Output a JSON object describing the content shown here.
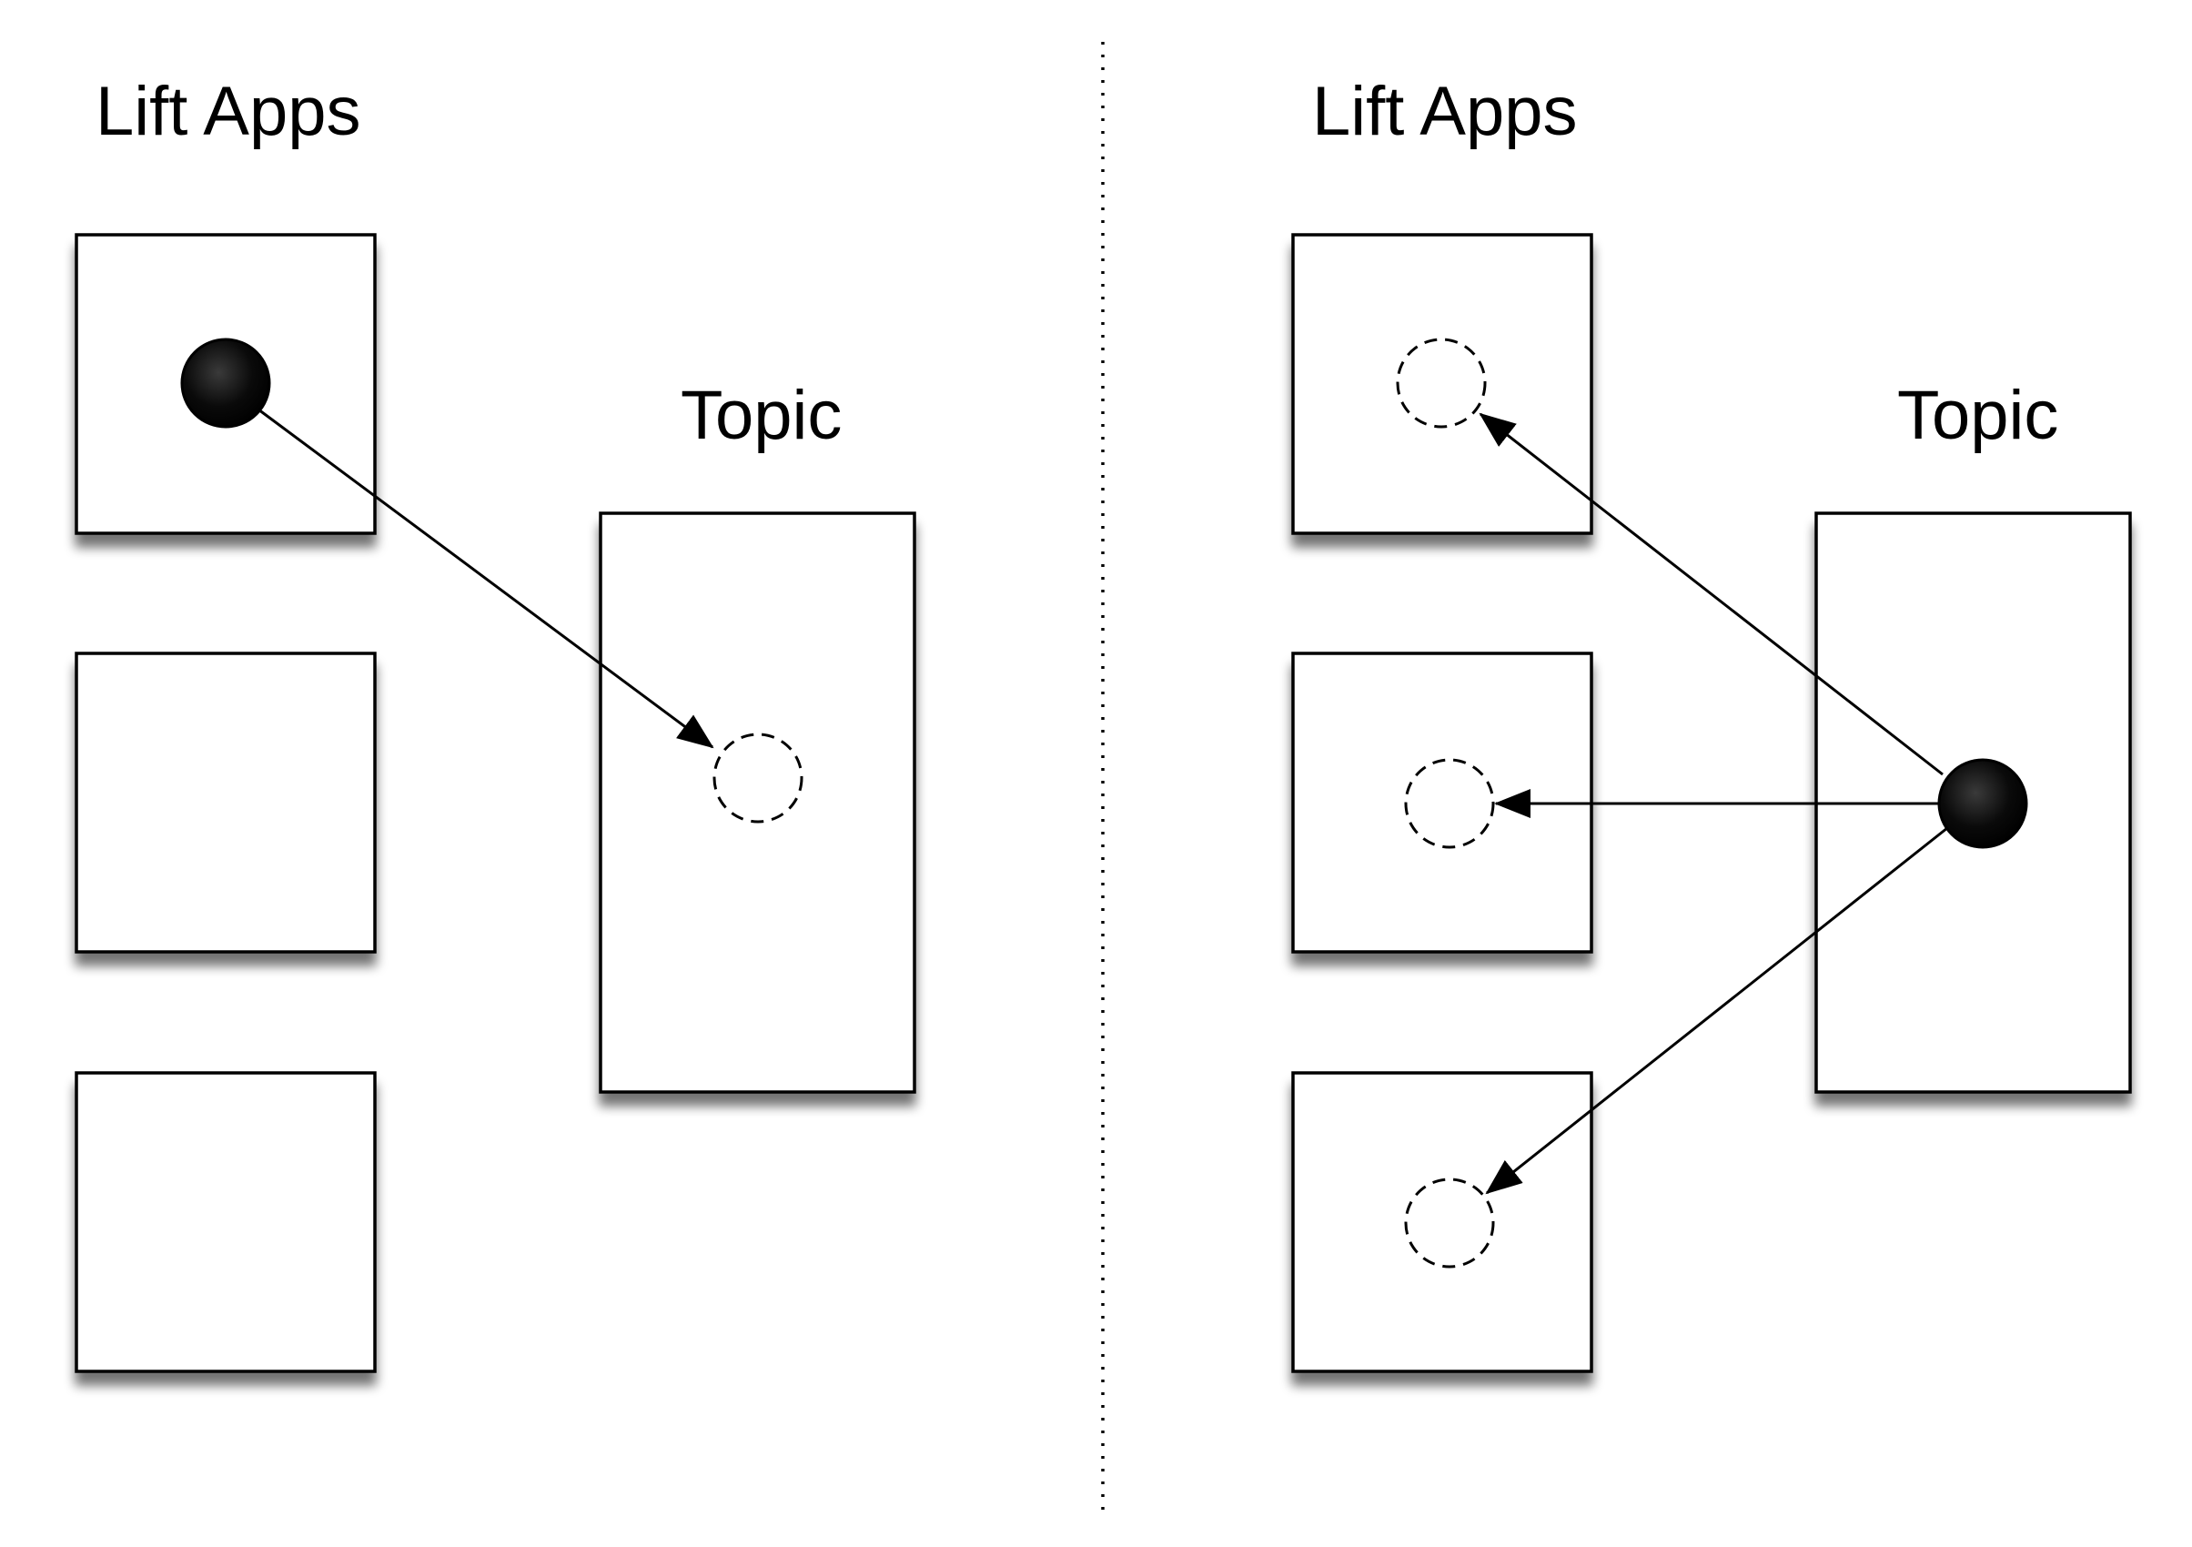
{
  "left_panel": {
    "apps_label": "Lift Apps",
    "topic_label": "Topic"
  },
  "right_panel": {
    "apps_label": "Lift Apps",
    "topic_label": "Topic"
  },
  "colors": {
    "stroke": "#000000",
    "fill": "#ffffff",
    "shadow": "#7a7a7a"
  }
}
